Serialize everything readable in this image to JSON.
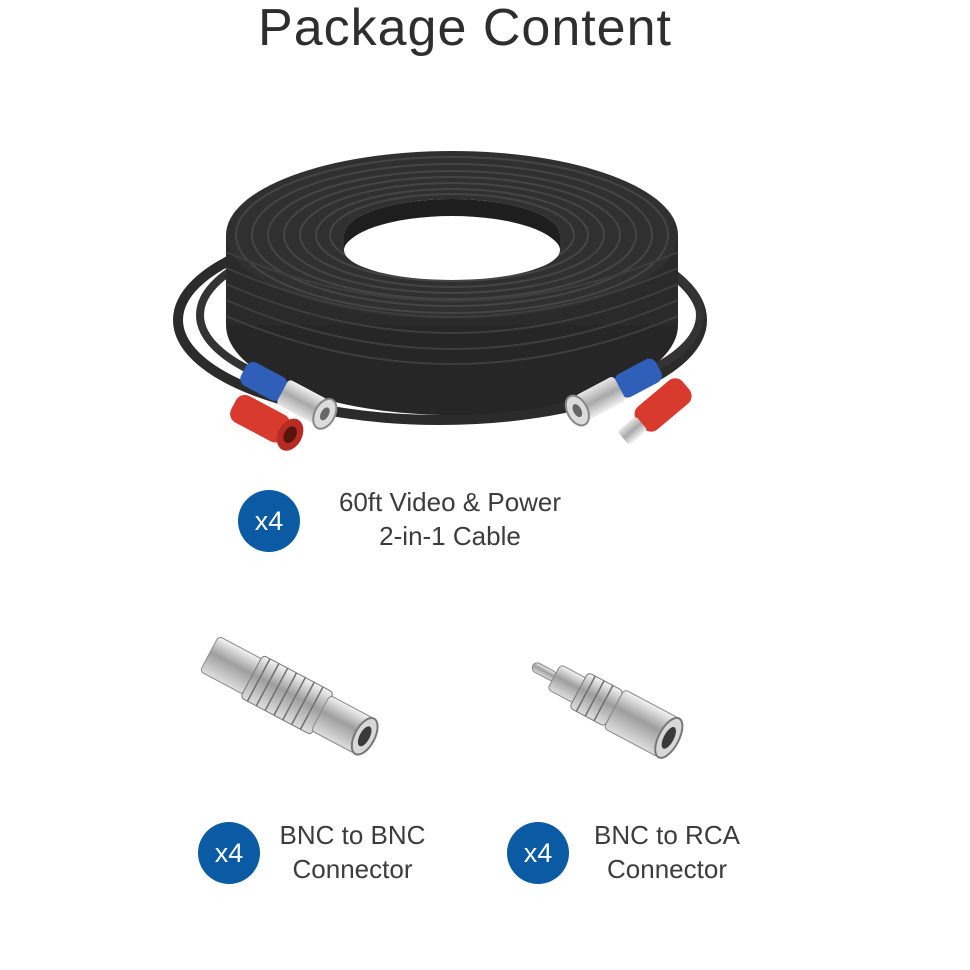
{
  "title": "Package Content",
  "items": [
    {
      "id": "cable",
      "quantity": "x4",
      "line1": "60ft Video & Power",
      "line2": "2-in-1 Cable"
    },
    {
      "id": "bnc-bnc",
      "quantity": "x4",
      "line1": "BNC to BNC",
      "line2": "Connector"
    },
    {
      "id": "bnc-rca",
      "quantity": "x4",
      "line1": "BNC to RCA",
      "line2": "Connector"
    }
  ],
  "colors": {
    "badge": "#0a5aa4",
    "cable": "#2b2b2b",
    "blue_boot": "#2f5fb8",
    "red_boot": "#d93a2e",
    "metal": "#c8c8c8"
  }
}
